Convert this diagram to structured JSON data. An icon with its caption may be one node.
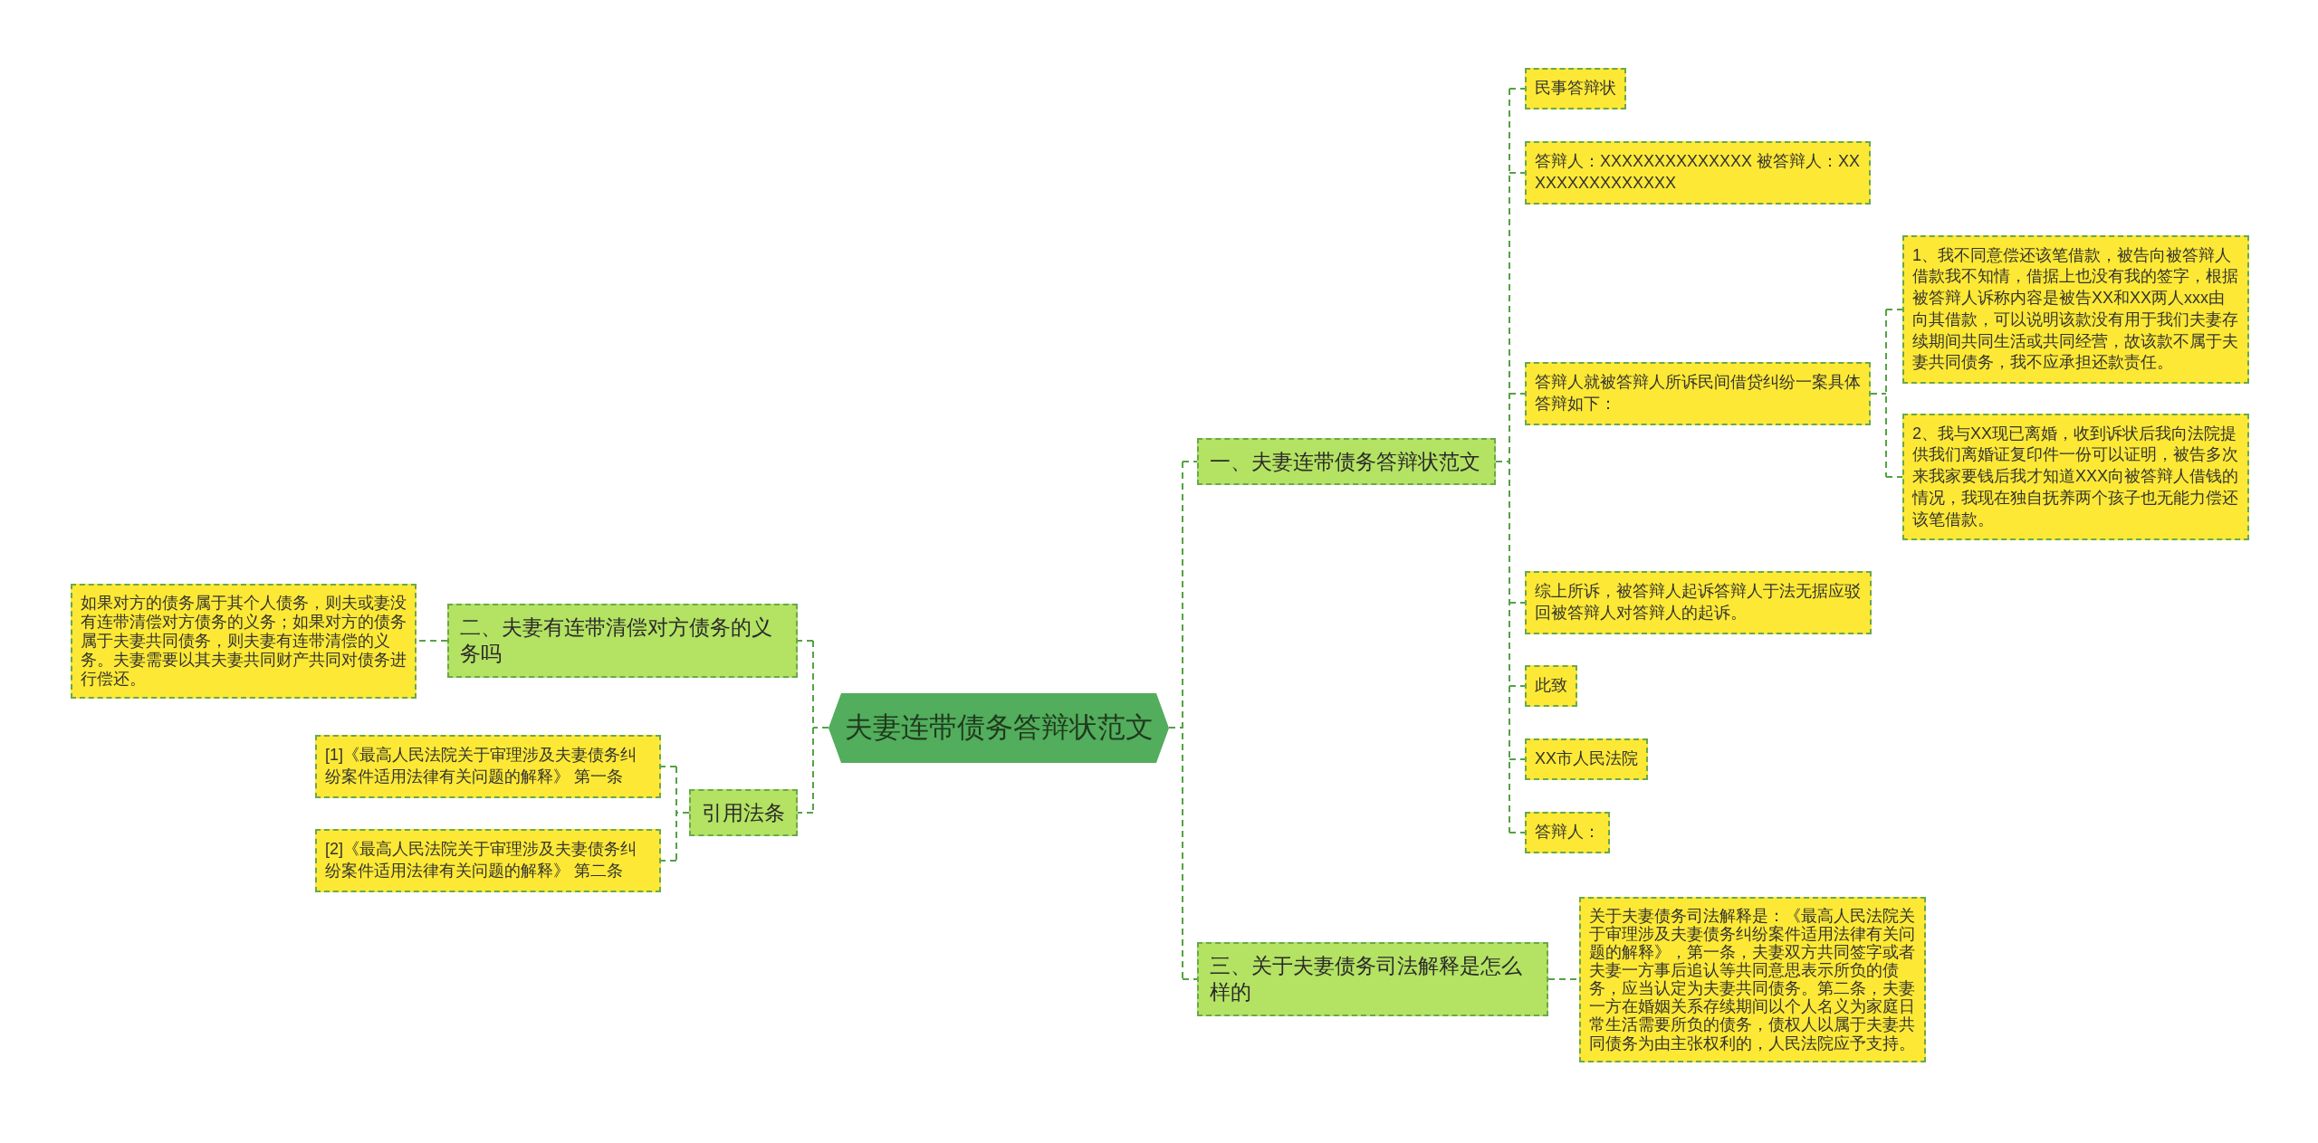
{
  "diagram": {
    "nodes": [
      {
        "text": [
          "夫妻连带债务答辩状范文"
        ]
      },
      {
        "text": [
          "一、夫妻连带债务答辩状范文"
        ]
      },
      {
        "text": [
          "民事答辩状"
        ]
      },
      {
        "text": [
          "答辩人：XXXXXXXXXXXXXX 被答辩人：XXXXXXXXXXXXXXX"
        ]
      },
      {
        "text": [
          "答辩人就被答辩人所诉民间借贷纠纷一案具体答辩如下："
        ]
      },
      {
        "text": [
          "1、我不同意偿还该笔借款，被告向被答辩人借款我不知情，借据上也没有我的签字，根据被答辩人诉称内容是被告XX和XX两人xxx由向其借款，可以说明该款没有用于我们夫妻存续期间共同生活或共同经营，故该款不属于夫妻共同债务，我不应承担还款责任。"
        ]
      },
      {
        "text": [
          "2、我与XX现已离婚，收到诉状后我向法院提供我们离婚证复印件一份可以证明，被告多次来我家要钱后我才知道XXX向被答辩人借钱的情况，我现在独自抚养两个孩子也无能力偿还该笔借款。"
        ]
      },
      {
        "text": [
          "综上所诉，被答辩人起诉答辩人于法无据应驳回被答辩人对答辩人的起诉。"
        ]
      },
      {
        "text": [
          "此致"
        ]
      },
      {
        "text": [
          "XX市人民法院"
        ]
      },
      {
        "text": [
          "答辩人："
        ]
      },
      {
        "text": [
          "三、关于夫妻债务司法解释是怎么样的"
        ]
      },
      {
        "text": [
          "关于夫妻债务司法解释是：《最高人民法院关于审理涉及夫妻债务纠纷案件适用法律有关问题的解释》，第一条，夫妻双方共同签字或者夫妻一方事后追认等共同意思表示所负的债务，应当认定为夫妻共同债务。第二条，夫妻一方在婚姻关系存续期间以个人名义为家庭日常生活需要所负的债务，债权人以属于夫妻共同债务为由主张权利的，人民法院应予支持。"
        ]
      },
      {
        "text": [
          "二、夫妻有连带清偿对方债务的义务吗"
        ]
      },
      {
        "text": [
          "如果对方的债务属于其个人债务，则夫或妻没有连带清偿对方债务的义务；如果对方的债务属于夫妻共同债务，则夫妻有连带清偿的义务。夫妻需要以其夫妻共同财产共同对债务进行偿还。"
        ]
      },
      {
        "text": [
          "引用法条"
        ]
      },
      {
        "text": [
          "[1]《最高人民法院关于审理涉及夫妻债务纠纷案件适用法律有关问题的解释》 第一条"
        ]
      },
      {
        "text": [
          "[2]《最高人民法院关于审理涉及夫妻债务纠纷案件适用法律有关问题的解释》 第二条"
        ]
      }
    ],
    "edges": [
      {
        "from": 0,
        "to": 1,
        "arrow": "none"
      },
      {
        "from": 1,
        "to": 2,
        "arrow": "none"
      },
      {
        "from": 1,
        "to": 3,
        "arrow": "none"
      },
      {
        "from": 1,
        "to": 4,
        "arrow": "none"
      },
      {
        "from": 4,
        "to": 5,
        "arrow": "none"
      },
      {
        "from": 4,
        "to": 6,
        "arrow": "none"
      },
      {
        "from": 1,
        "to": 7,
        "arrow": "none"
      },
      {
        "from": 1,
        "to": 8,
        "arrow": "none"
      },
      {
        "from": 1,
        "to": 9,
        "arrow": "none"
      },
      {
        "from": 1,
        "to": 10,
        "arrow": "none"
      },
      {
        "from": 0,
        "to": 11,
        "arrow": "none"
      },
      {
        "from": 11,
        "to": 12,
        "arrow": "none"
      },
      {
        "from": 0,
        "to": 13,
        "arrow": "none"
      },
      {
        "from": 13,
        "to": 14,
        "arrow": "none"
      },
      {
        "from": 0,
        "to": 15,
        "arrow": "none"
      },
      {
        "from": 15,
        "to": 16,
        "arrow": "none"
      },
      {
        "from": 15,
        "to": 17,
        "arrow": "none"
      }
    ]
  }
}
